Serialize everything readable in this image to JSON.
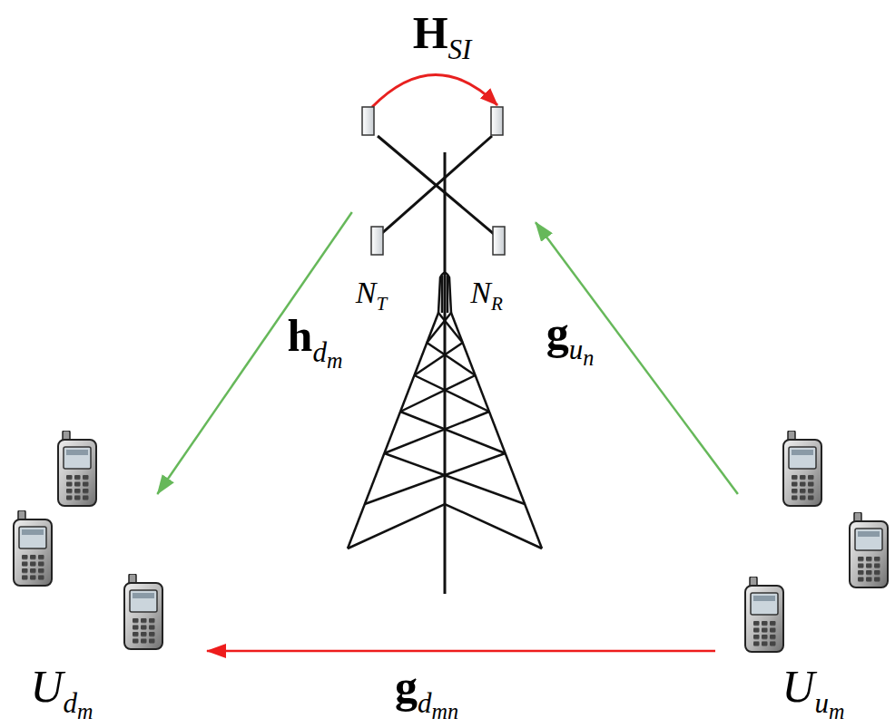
{
  "diagram": {
    "nodes": [
      {
        "text": [
          "NT",
          "NR"
        ]
      },
      {
        "text": [
          "Udm"
        ]
      },
      {
        "text": [
          "Uum"
        ]
      }
    ],
    "edges": [
      {
        "from": 0,
        "to": 1,
        "arrow": "to",
        "label": "hdm"
      },
      {
        "from": 2,
        "to": 0,
        "arrow": "to",
        "label": "gun"
      },
      {
        "from": 2,
        "to": 1,
        "arrow": "to",
        "label": "gdmn"
      }
    ],
    "labels": [
      "HSI"
    ]
  }
}
